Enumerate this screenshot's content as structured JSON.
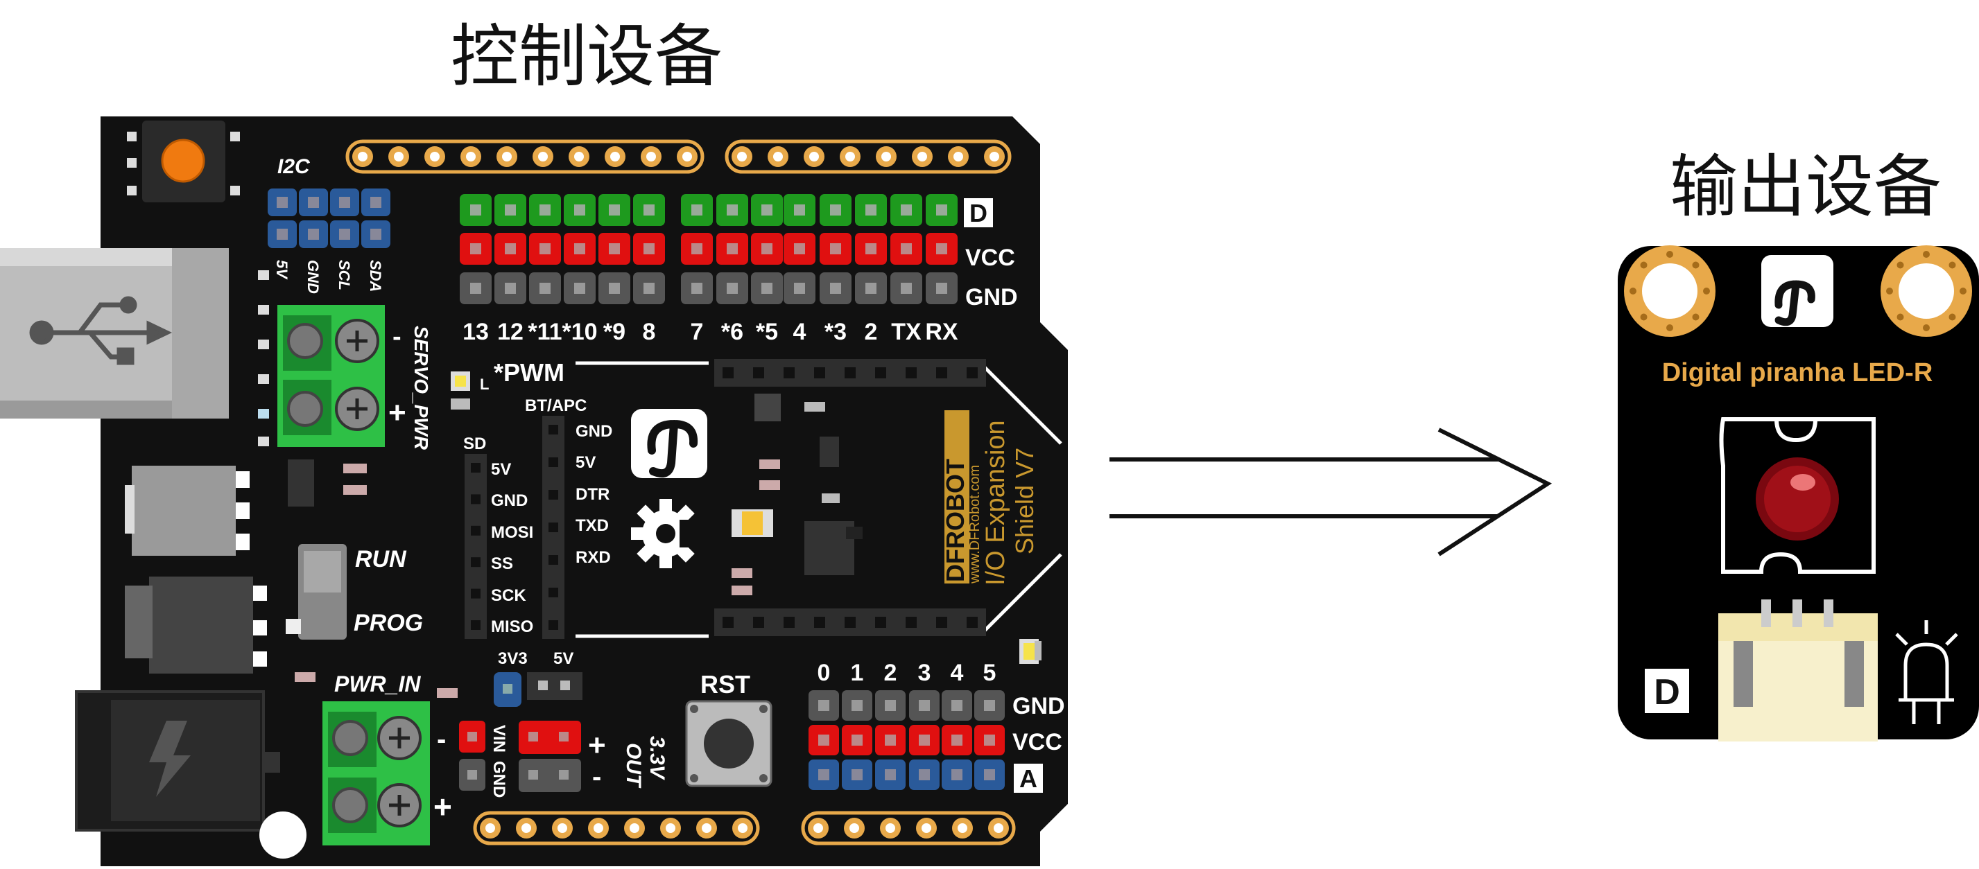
{
  "captions": {
    "control_device": "控制设备",
    "output_device": "输出设备"
  },
  "shield": {
    "i2c_label": "I2C",
    "i2c_pins": [
      "5V",
      "GND",
      "SCL",
      "SDA"
    ],
    "row_labels": {
      "digital": "D",
      "vcc": "VCC",
      "gnd": "GND"
    },
    "digital_pins": [
      "13",
      "12",
      "*11",
      "*10",
      "*9",
      "8",
      "7",
      "*6",
      "*5",
      "4",
      "*3",
      "2",
      "TX",
      "RX"
    ],
    "pwm_label": "*PWM",
    "led_label": "L",
    "servo_label": "SERVO_PWR",
    "servo_minus": "-",
    "servo_plus": "+",
    "sd_label": "SD",
    "sd_pins": [
      "5V",
      "GND",
      "MOSI",
      "SS",
      "SCK",
      "MISO"
    ],
    "bt_label": "BT/APC",
    "bt_pins": [
      "GND",
      "5V",
      "DTR",
      "TXD",
      "RXD"
    ],
    "brand_vertical": "DFROBOT",
    "brand_url": "www.DFRobot.com",
    "brand_line1": "I/O Expansion",
    "brand_line2": "Shield V7",
    "run_label": "RUN",
    "prog_label": "PROG",
    "pwr_in_label": "PWR_IN",
    "pwr_minus": "-",
    "pwr_plus": "+",
    "vin_label": "VIN",
    "gnd_label": "GND",
    "v33_label": "3V3",
    "v5_label": "5V",
    "rst_label": "RST",
    "out33_label": "3.3V",
    "out_label": "OUT",
    "out_plus": "+",
    "out_minus": "-",
    "analog_pins": [
      "0",
      "1",
      "2",
      "3",
      "4",
      "5"
    ],
    "analog_labels": {
      "gnd": "GND",
      "vcc": "VCC",
      "analog": "A"
    }
  },
  "module": {
    "title": "Digital piranha LED-R",
    "d_label": "D"
  },
  "colors": {
    "board": "#111111",
    "header_green": "#1e9a1e",
    "header_red": "#e01010",
    "header_gray": "#555555",
    "header_blue": "#2a5a9a",
    "terminal_green": "#2ec046",
    "gold": "#e8a94a",
    "module_title": "#e8a94a",
    "led_red": "#a01018",
    "connector_cream": "#f7f0cc",
    "usb_gray": "#bdbdbd",
    "reset_orange": "#f07a10"
  },
  "icons": [
    "usb-icon",
    "dfrobot-logo-icon",
    "gear-icon",
    "lightning-icon",
    "led-icon",
    "arrow-icon"
  ]
}
